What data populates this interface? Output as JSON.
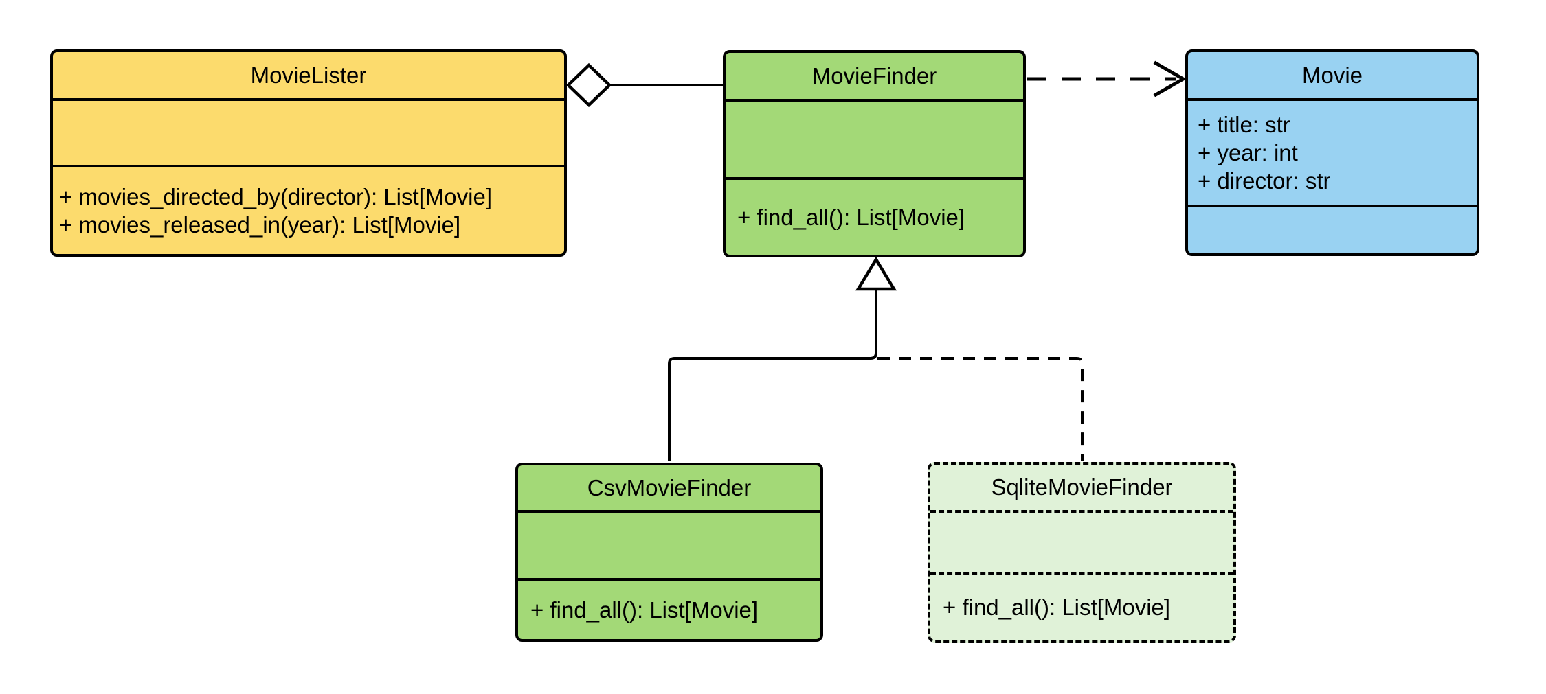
{
  "diagram": {
    "kind": "uml-class-diagram",
    "classes": {
      "movie_lister": {
        "name": "MovieLister",
        "attributes": [],
        "methods": [
          "+ movies_directed_by(director): List[Movie]",
          "+ movies_released_in(year): List[Movie]"
        ]
      },
      "movie_finder": {
        "name": "MovieFinder",
        "attributes": [],
        "methods": [
          "+ find_all(): List[Movie]"
        ]
      },
      "movie": {
        "name": "Movie",
        "attributes": [
          "+ title: str",
          "+ year: int",
          "+ director: str"
        ],
        "methods": []
      },
      "csv_movie_finder": {
        "name": "CsvMovieFinder",
        "attributes": [],
        "methods": [
          "+ find_all(): List[Movie]"
        ]
      },
      "sqlite_movie_finder": {
        "name": "SqliteMovieFinder",
        "attributes": [],
        "methods": [
          "+ find_all(): List[Movie]"
        ]
      }
    },
    "relationships": [
      {
        "type": "aggregation",
        "from": "MovieLister",
        "to": "MovieFinder",
        "line": "solid",
        "marker": "hollow-diamond"
      },
      {
        "type": "dependency",
        "from": "MovieFinder",
        "to": "Movie",
        "line": "dashed",
        "marker": "open-arrow"
      },
      {
        "type": "generalization",
        "from": "CsvMovieFinder",
        "to": "MovieFinder",
        "line": "solid",
        "marker": "hollow-triangle"
      },
      {
        "type": "generalization",
        "from": "SqliteMovieFinder",
        "to": "MovieFinder",
        "line": "dashed",
        "marker": "hollow-triangle"
      }
    ]
  },
  "colors": {
    "canvas_bg": "#FFFFFF",
    "stroke": "#000000",
    "movie_lister_fill": "#FCDB6D",
    "movie_finder_fill": "#A3D977",
    "movie_fill": "#99D2F2",
    "csv_movie_finder_fill": "#A3D977",
    "sqlite_movie_finder_fill": "#E0F2D8"
  }
}
